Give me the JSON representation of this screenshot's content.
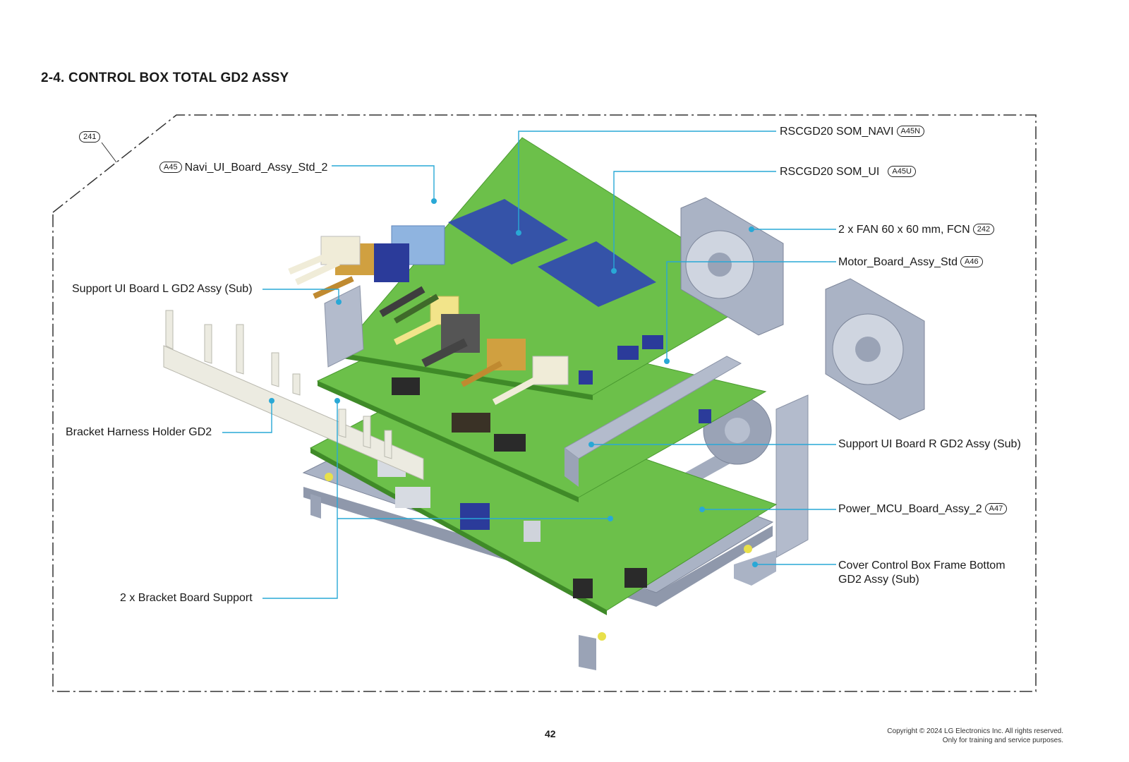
{
  "title": "2-4. CONTROL BOX TOTAL GD2 ASSY",
  "frame_ref": "241",
  "labels": {
    "navi_ui_board": {
      "text": "Navi_UI_Board_Assy_Std_2",
      "ref": "A45"
    },
    "som_navi": {
      "text": "RSCGD20 SOM_NAVI",
      "ref": "A45N"
    },
    "som_ui": {
      "text": "RSCGD20 SOM_UI",
      "ref": "A45U"
    },
    "fan": {
      "text": "2 x FAN 60 x 60 mm, FCN",
      "ref": "242"
    },
    "motor_board": {
      "text": "Motor_Board_Assy_Std",
      "ref": "A46"
    },
    "support_ui_l": {
      "text": "Support UI Board L GD2 Assy (Sub)"
    },
    "bracket_harness": {
      "text": "Bracket Harness Holder GD2"
    },
    "support_ui_r": {
      "text": "Support UI Board R GD2 Assy (Sub)"
    },
    "power_mcu": {
      "text": "Power_MCU_Board_Assy_2",
      "ref": "A47"
    },
    "cover_frame": {
      "line1": "Cover Control Box Frame Bottom",
      "line2": "GD2 Assy (Sub)"
    },
    "bracket_board": {
      "text": "2 x Bracket Board Support"
    }
  },
  "footer": {
    "page": "42",
    "copyright": "Copyright © 2024 LG Electronics Inc. All rights reserved.",
    "notice": "Only for training and service purposes."
  },
  "colors": {
    "pcb": "#6cc04a",
    "som": "#3553a8",
    "frame": "#aab3c5",
    "leader": "#29a8d6"
  }
}
